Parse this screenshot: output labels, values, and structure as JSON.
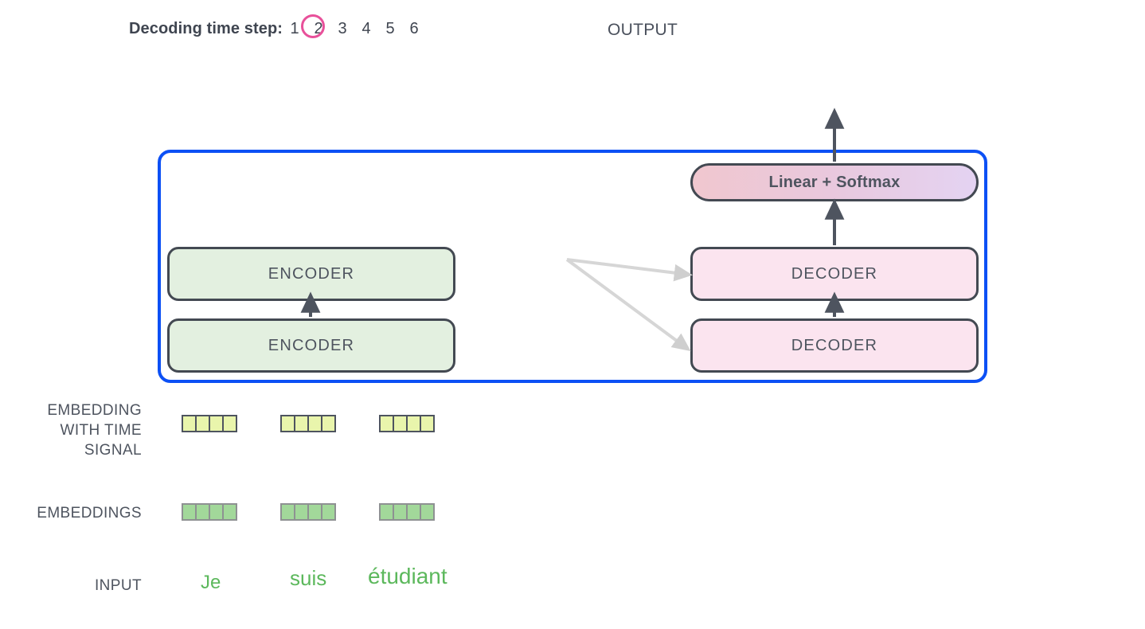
{
  "header": {
    "timestep_label": "Decoding time step:",
    "timesteps": [
      "1",
      "2",
      "3",
      "4",
      "5",
      "6"
    ],
    "active_timestep": "1",
    "active_circle_color": "#e8509a",
    "output_label": "OUTPUT"
  },
  "model": {
    "frame_color": "#0c50f5",
    "linear_softmax_label": "Linear + Softmax",
    "encoders": [
      {
        "label": "ENCODER"
      },
      {
        "label": "ENCODER"
      }
    ],
    "decoders": [
      {
        "label": "DECODER"
      },
      {
        "label": "DECODER"
      }
    ],
    "encoder_fill": "#e3f0e0",
    "decoder_fill": "#fbe4ef",
    "box_border": "#434952"
  },
  "rows": {
    "embedding_time_label": "EMBEDDING\nWITH TIME\nSIGNAL",
    "embedding_time_label_lines": [
      "EMBEDDING",
      "WITH TIME",
      "SIGNAL"
    ],
    "embeddings_label": "EMBEDDINGS",
    "input_label": "INPUT",
    "cells_per_vector": 4,
    "time_signal_fill": "#e9f5ac",
    "embedding_fill": "#a2d89a"
  },
  "input": {
    "words": [
      "Je",
      "suis",
      "étudiant"
    ],
    "word_color": "#5cb85c"
  },
  "arrows": {
    "encoder_to_decoder_color": "#d0d0d0",
    "stack_arrow_color": "#4e545f"
  }
}
